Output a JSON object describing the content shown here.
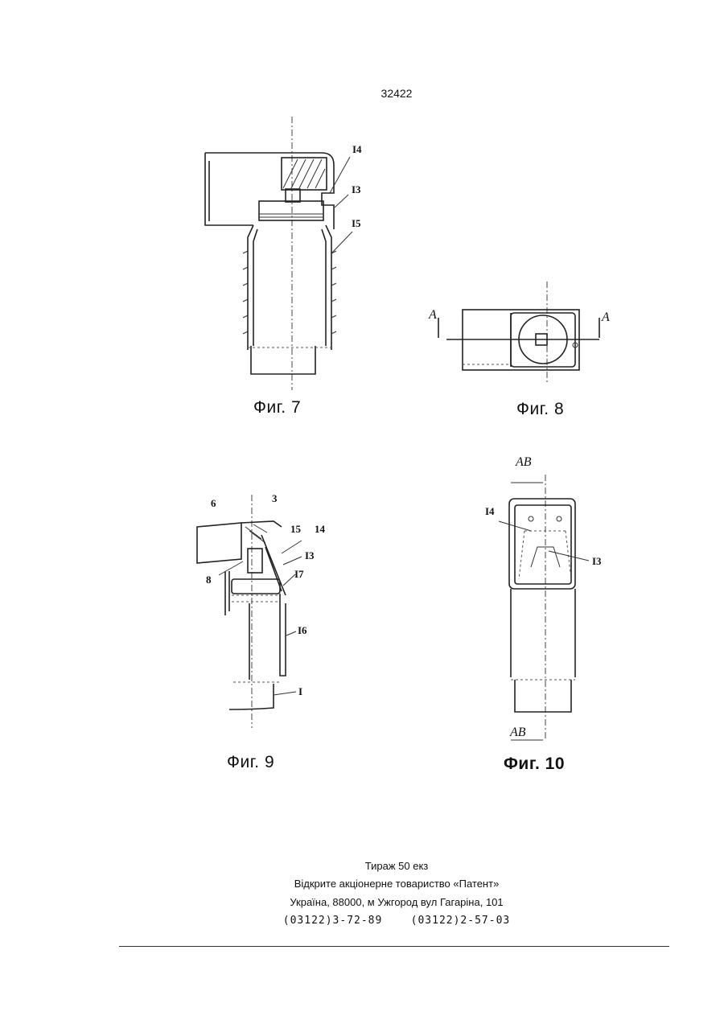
{
  "header": {
    "page_number": "32422"
  },
  "figures": {
    "fig7": {
      "caption": "Фиг. 7",
      "labels": {
        "l14": "I4",
        "l13": "I3",
        "l15": "I5"
      }
    },
    "fig8": {
      "caption": "Фиг. 8",
      "labels": {
        "section_left": "A",
        "section_right": "A"
      }
    },
    "fig9": {
      "caption": "Фиг. 9",
      "labels": {
        "l6": "6",
        "l3": "3",
        "l15": "15",
        "l14": "14",
        "l13": "I3",
        "l8": "8",
        "l17": "I7",
        "l16": "I6",
        "l1": "I"
      }
    },
    "fig10": {
      "caption": "Фиг. 10",
      "labels": {
        "section_top": "AB",
        "section_bottom": "AB",
        "l14": "I4",
        "l13": "I3"
      }
    }
  },
  "footer": {
    "print_run": "Тираж 50 екз",
    "company": "Відкрите акціонерне товариство «Патент»",
    "address": "Україна, 88000, м Ужгород вул Гагаріна, 101",
    "phones": "(03122)3-72-89    (03122)2-57-03"
  }
}
